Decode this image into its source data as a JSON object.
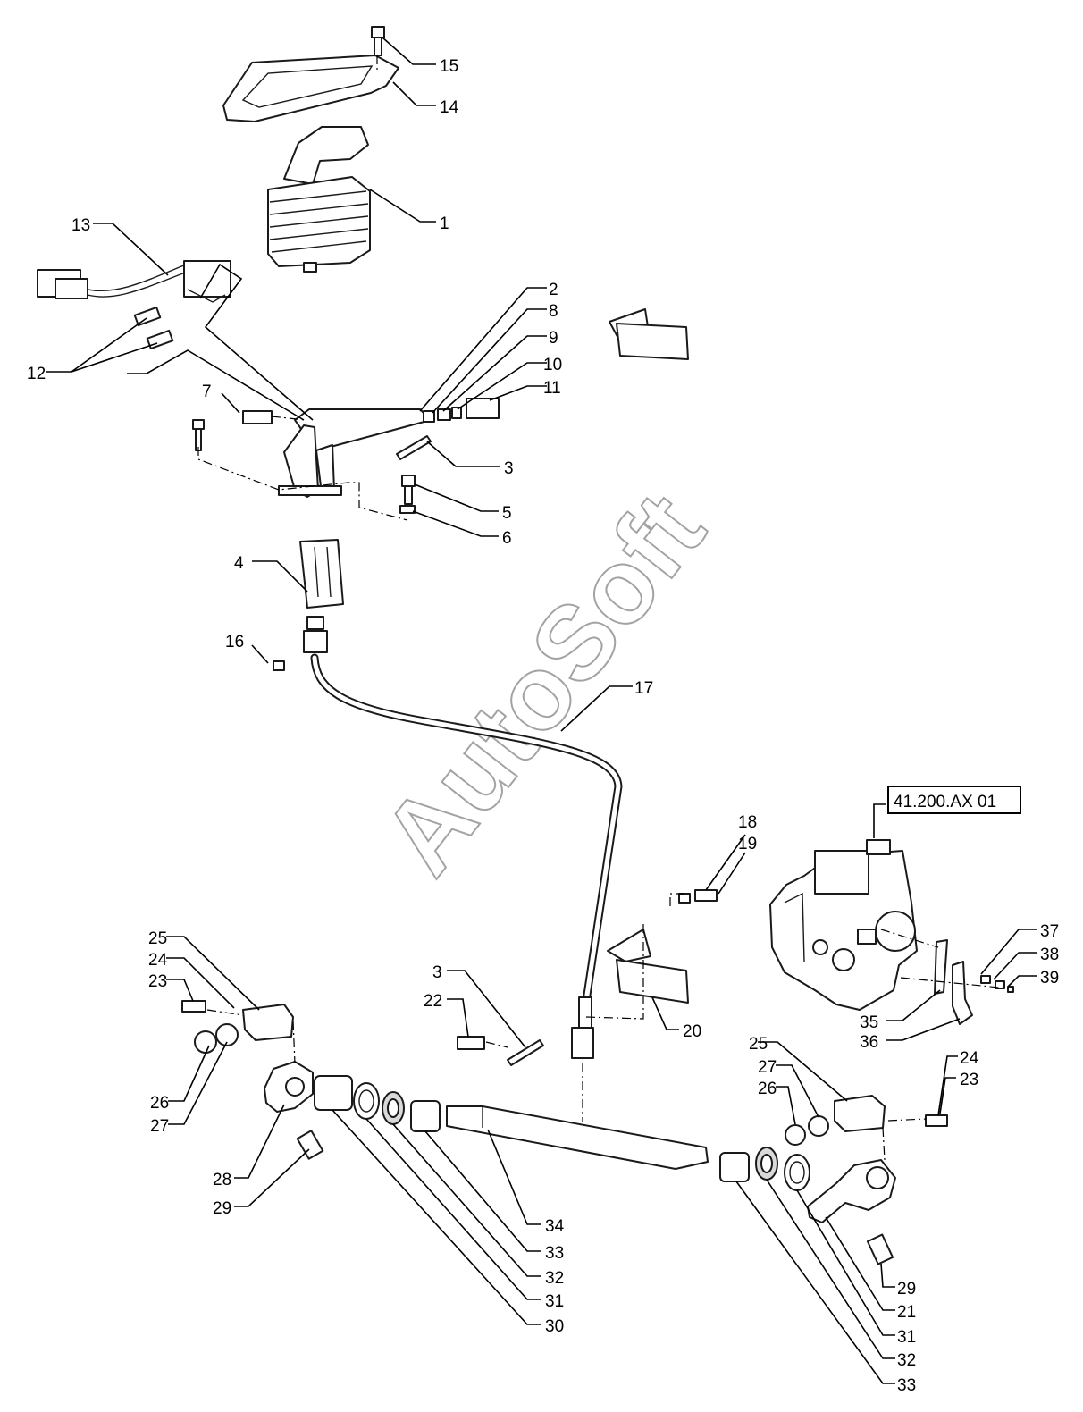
{
  "diagram": {
    "reference_label": "41.200.AX 01",
    "watermark": "AutoSoft",
    "callouts": [
      {
        "id": "c15",
        "text": "15"
      },
      {
        "id": "c14",
        "text": "14"
      },
      {
        "id": "c1",
        "text": "1"
      },
      {
        "id": "c13",
        "text": "13"
      },
      {
        "id": "c12",
        "text": "12"
      },
      {
        "id": "c2",
        "text": "2"
      },
      {
        "id": "c8",
        "text": "8"
      },
      {
        "id": "c9",
        "text": "9"
      },
      {
        "id": "c10",
        "text": "10"
      },
      {
        "id": "c11",
        "text": "11"
      },
      {
        "id": "c7",
        "text": "7"
      },
      {
        "id": "c3a",
        "text": "3"
      },
      {
        "id": "c5",
        "text": "5"
      },
      {
        "id": "c6",
        "text": "6"
      },
      {
        "id": "c4",
        "text": "4"
      },
      {
        "id": "c16",
        "text": "16"
      },
      {
        "id": "c17",
        "text": "17"
      },
      {
        "id": "c18",
        "text": "18"
      },
      {
        "id": "c19",
        "text": "19"
      },
      {
        "id": "c20",
        "text": "20"
      },
      {
        "id": "c37",
        "text": "37"
      },
      {
        "id": "c38",
        "text": "38"
      },
      {
        "id": "c39",
        "text": "39"
      },
      {
        "id": "c35",
        "text": "35"
      },
      {
        "id": "c36",
        "text": "36"
      },
      {
        "id": "c25a",
        "text": "25"
      },
      {
        "id": "c24a",
        "text": "24"
      },
      {
        "id": "c23a",
        "text": "23"
      },
      {
        "id": "c26a",
        "text": "26"
      },
      {
        "id": "c27a",
        "text": "27"
      },
      {
        "id": "c3b",
        "text": "3"
      },
      {
        "id": "c22",
        "text": "22"
      },
      {
        "id": "c28",
        "text": "28"
      },
      {
        "id": "c29a",
        "text": "29"
      },
      {
        "id": "c34",
        "text": "34"
      },
      {
        "id": "c33a",
        "text": "33"
      },
      {
        "id": "c32a",
        "text": "32"
      },
      {
        "id": "c31a",
        "text": "31"
      },
      {
        "id": "c30",
        "text": "30"
      },
      {
        "id": "c25b",
        "text": "25"
      },
      {
        "id": "c27b",
        "text": "27"
      },
      {
        "id": "c26b",
        "text": "26"
      },
      {
        "id": "c24b",
        "text": "24"
      },
      {
        "id": "c23b",
        "text": "23"
      },
      {
        "id": "c29b",
        "text": "29"
      },
      {
        "id": "c21",
        "text": "21"
      },
      {
        "id": "c31b",
        "text": "31"
      },
      {
        "id": "c32b",
        "text": "32"
      },
      {
        "id": "c33b",
        "text": "33"
      }
    ]
  }
}
